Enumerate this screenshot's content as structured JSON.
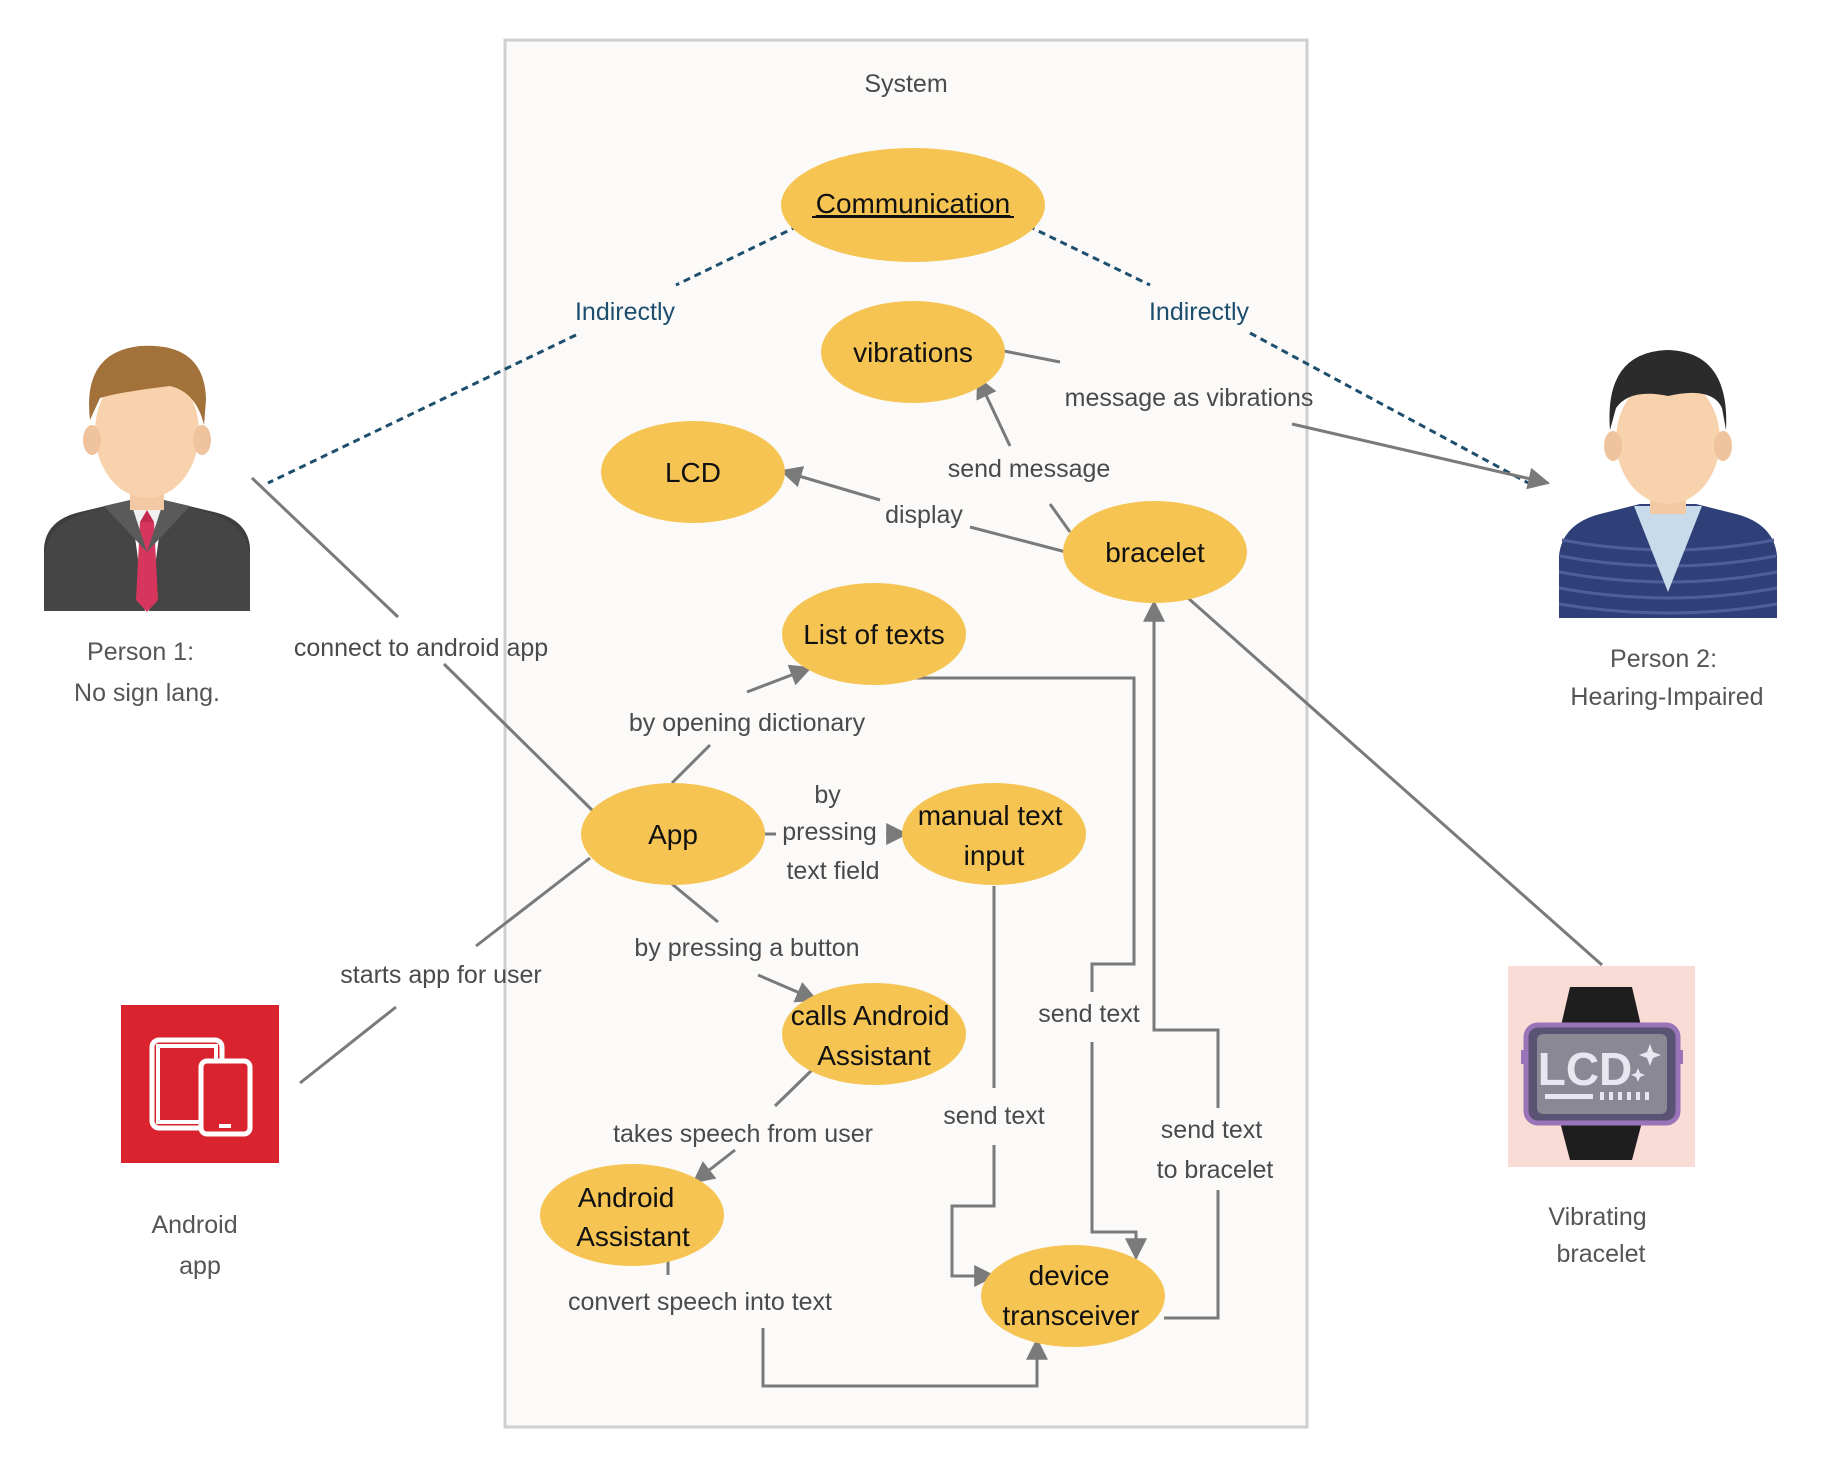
{
  "system": {
    "title": "System"
  },
  "use_cases": {
    "communication": "Communication",
    "vibrations": "vibrations",
    "lcd": "LCD",
    "bracelet": "bracelet",
    "list_of_texts": "List of texts",
    "app": "App",
    "manual_text_input": [
      "manual text",
      "input"
    ],
    "calls_android_assistant": [
      "calls Android",
      "Assistant"
    ],
    "android_assistant": [
      "Android",
      "Assistant"
    ],
    "device_transceiver": [
      "device",
      "transceiver"
    ]
  },
  "actors": {
    "person1": [
      "Person 1:",
      "No sign lang."
    ],
    "person2": [
      "Person 2:",
      "Hearing-Impaired"
    ],
    "android_app": [
      "Android",
      "app"
    ],
    "vibrating_bracelet": [
      "Vibrating",
      "bracelet"
    ],
    "lcd_icon_text": "LCD"
  },
  "edge_labels": {
    "indirectly_left": "Indirectly",
    "indirectly_right": "Indirectly",
    "message_as_vibrations": "message as vibrations",
    "send_message": "send message",
    "display": "display",
    "connect_to_android_app": "connect to android app",
    "by_opening_dictionary": "by opening dictionary",
    "by_pressing_text_field": [
      "by",
      "pressing",
      "text field"
    ],
    "by_pressing_a_button": "by pressing a button",
    "starts_app_for_user": "starts app for user",
    "send_text_1": "send text",
    "send_text_2": "send text",
    "send_text_to_bracelet": [
      "send text",
      "to bracelet"
    ],
    "takes_speech_from_user": "takes speech from user",
    "convert_speech_into_text": "convert speech into text"
  },
  "colors": {
    "use_case_fill": "#f5c453",
    "connector": "#7a7a7a",
    "dashed": "#1d4e6e",
    "system_fill": "#fbfaf8",
    "system_border": "#cfcfcf",
    "android_red": "#d9232e",
    "bracelet_bg": "#f8dcd5"
  },
  "icons": {
    "person1": "businessman-avatar-icon",
    "person2": "man-sweater-avatar-icon",
    "android_app": "tablet-phone-icon",
    "vibrating_bracelet": "lcd-smartwatch-icon"
  }
}
